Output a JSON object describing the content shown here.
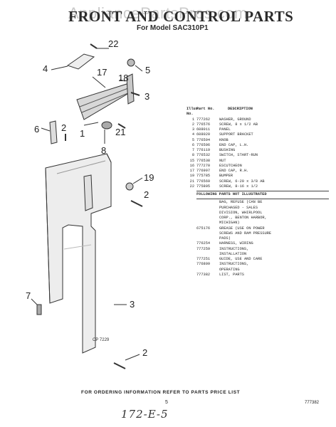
{
  "header": {
    "title": "FRONT AND CONTROL PARTS",
    "subtitle": "For Model SAC310P1",
    "watermark": "AppliancePartsPros.com"
  },
  "diagram": {
    "callouts": [
      "22",
      "4",
      "5",
      "3",
      "17",
      "18",
      "1",
      "2",
      "6",
      "21",
      "8",
      "19",
      "2",
      "3",
      "7",
      "2"
    ],
    "cp_label": "CP 7229"
  },
  "parts_list": {
    "header": {
      "illus": "Illus. No.",
      "part": "Part No.",
      "description": "DESCRIPTION"
    },
    "items": [
      {
        "illus": "1",
        "part": "777262",
        "description": "WASHER, GROUND"
      },
      {
        "illus": "2",
        "part": "776576",
        "description": "SCREW, 8 x 1/2 AB"
      },
      {
        "illus": "3",
        "part": "608011",
        "description": "PANEL"
      },
      {
        "illus": "4",
        "part": "608020",
        "description": "SUPPORT BRACKET"
      },
      {
        "illus": "5",
        "part": "776594",
        "description": "KNOB"
      },
      {
        "illus": "6",
        "part": "776596",
        "description": "END CAP, L.H."
      },
      {
        "illus": "7",
        "part": "776119",
        "description": "BUSHING"
      },
      {
        "illus": "8",
        "part": "776532",
        "description": "SWITCH, START-RUN"
      },
      {
        "illus": "15",
        "part": "776538",
        "description": "NUT"
      },
      {
        "illus": "16",
        "part": "777270",
        "description": "ESCUTCHEON"
      },
      {
        "illus": "17",
        "part": "776997",
        "description": "END CAP, R.H."
      },
      {
        "illus": "19",
        "part": "775785",
        "description": "BUMPER"
      },
      {
        "illus": "21",
        "part": "776569",
        "description": "SCREW, 6-20 x 3/8 AB"
      },
      {
        "illus": "22",
        "part": "775805",
        "description": "SCREW, 8-16 x 1/2"
      }
    ],
    "not_illustrated_header": "FOLLOWING PARTS NOT ILLUSTRATED",
    "not_illustrated": [
      {
        "part": "",
        "description": "BAG, REFUSE (CAN BE"
      },
      {
        "part": "",
        "description": "PURCHASED - SALES"
      },
      {
        "part": "",
        "description": "DIVISION, WHIRLPOOL"
      },
      {
        "part": "",
        "description": "CORP., BENTON HARBOR,"
      },
      {
        "part": "",
        "description": "MICHIGAN)"
      },
      {
        "part": "675176",
        "description": "GREASE (USE ON POWER"
      },
      {
        "part": "",
        "description": "SCREWS AND RAM PRESSURE"
      },
      {
        "part": "",
        "description": "PADS)"
      },
      {
        "part": "776254",
        "description": "HARNESS, WIRING"
      },
      {
        "part": "777259",
        "description": "INSTRUCTIONS,"
      },
      {
        "part": "",
        "description": "INSTALLATION"
      },
      {
        "part": "777251",
        "description": "GUIDE, USE AND CARE"
      },
      {
        "part": "776809",
        "description": "INSTRUCTIONS,"
      },
      {
        "part": "",
        "description": "OPERATING"
      },
      {
        "part": "777382",
        "description": "LIST, PARTS"
      }
    ]
  },
  "footer": {
    "note": "FOR ORDERING INFORMATION REFER TO PARTS PRICE LIST",
    "page": "5",
    "doc_number": "777382",
    "handwritten": "172-E-5"
  }
}
